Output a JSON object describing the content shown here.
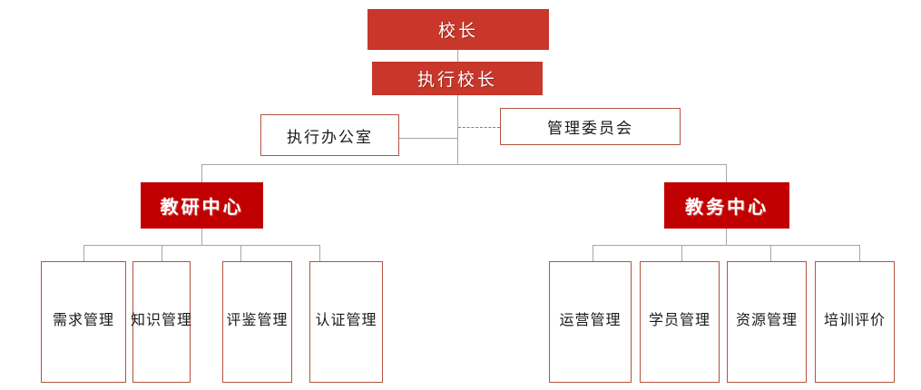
{
  "diagram": {
    "type": "org-chart",
    "title": "",
    "colors": {
      "top_box_fill": "#C8372A",
      "center_box_fill": "#C00000",
      "outline_box_border": "#B5533F",
      "connector": "#A6A6A6",
      "dashed_connector": "#7F7F7F",
      "background": "#FFFFFF"
    },
    "nodes": {
      "principal": "校长",
      "executive_principal": "执行校长",
      "executive_office": "执行办公室",
      "management_committee": "管理委员会",
      "teaching_research_center": "教研中心",
      "academic_affairs_center": "教务中心"
    },
    "left_group": {
      "parent": "教研中心",
      "children": [
        {
          "label": "需求管理"
        },
        {
          "label": "知识管理"
        },
        {
          "label": "评鉴管理"
        },
        {
          "label": "认证管理"
        }
      ]
    },
    "right_group": {
      "parent": "教务中心",
      "children": [
        {
          "label": "运营管理"
        },
        {
          "label": "学员管理"
        },
        {
          "label": "资源管理"
        },
        {
          "label": "培训评价"
        }
      ]
    }
  }
}
